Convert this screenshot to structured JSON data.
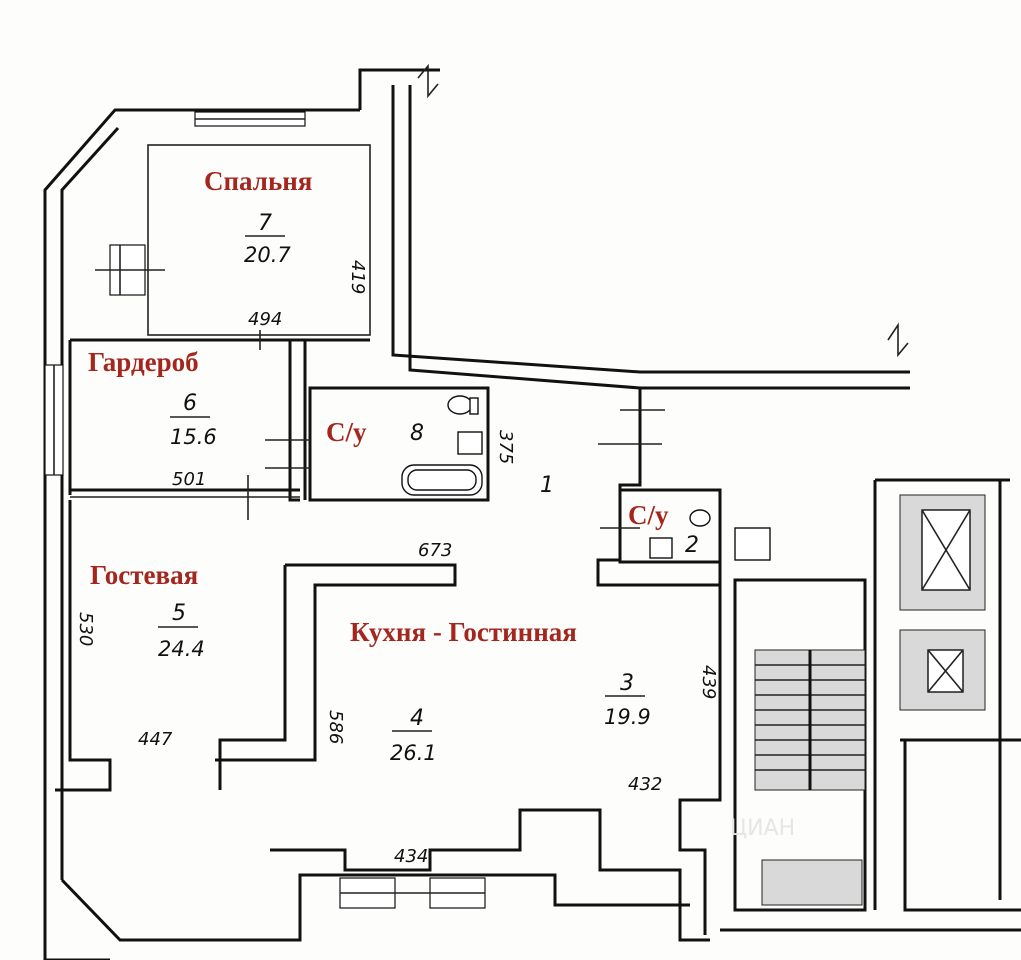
{
  "rooms": {
    "bedroom": {
      "name": "Спальня",
      "number": "7",
      "area": "20.7",
      "dim_side": "419",
      "dim_bottom": "494"
    },
    "wardrobe": {
      "name": "Гардероб",
      "number": "6",
      "area": "15.6",
      "dim_bottom": "501"
    },
    "bathroom_main": {
      "name": "С/у",
      "number": "8",
      "dim_side": "375"
    },
    "hall": {
      "number": "1"
    },
    "bathroom_small": {
      "name": "С/у",
      "number": "2"
    },
    "guest": {
      "name": "Гостевая",
      "number": "5",
      "area": "24.4",
      "dim_side": "530",
      "dim_bottom": "447"
    },
    "kitchen_living": {
      "name": "Кухня - Гостинная",
      "dim_top": "673",
      "dim_left": "586",
      "dim_bottom": "434"
    },
    "kitchen_part": {
      "number": "4",
      "area": "26.1"
    },
    "living_part": {
      "number": "3",
      "area": "19.9",
      "dim_side": "439",
      "dim_bottom": "432"
    }
  },
  "watermark": "ЦИАН",
  "colors": {
    "room_label": "#a3261f",
    "walls": "#111111",
    "stairs": "#d9d9d9"
  }
}
